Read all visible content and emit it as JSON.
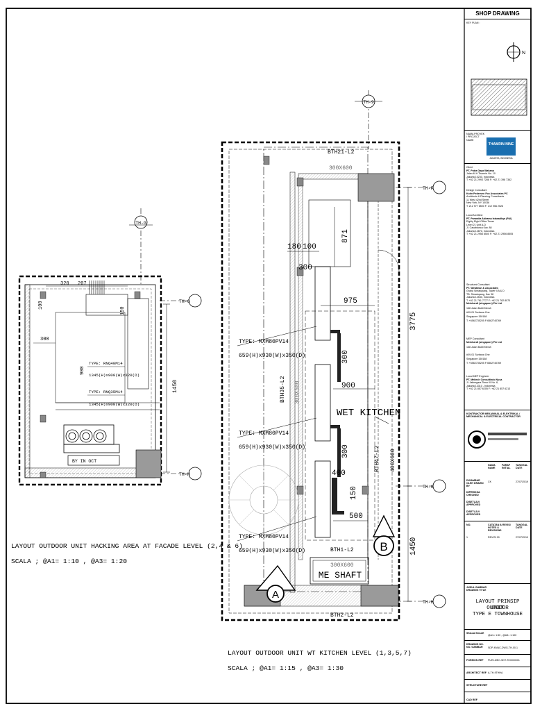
{
  "sheet": {
    "header": "SHOP DRAWING",
    "key_plan_label": "KEY PLAN :",
    "project_label": "NAMA PROYEK / PROJECT NAME",
    "logo_text": "THAMRIN NINE",
    "logo_sub": "JAKARTA, INDONESIA",
    "client": {
      "role": "Client",
      "name": "PT. Putra Gaya Wahana",
      "lines": [
        "Jalan M H Thamrin No. 10",
        "Jakarta 10230, Indonesia",
        "T: +62 21 2993 7288  F: +62 21 398 7362"
      ]
    },
    "design": {
      "role": "Design Consultant",
      "name": "Kohn Pedersen Fox Associates PC",
      "lines": [
        "Architects & Planning Consultants",
        "11 West 42nd Street",
        "New York, NY 10036",
        "T: 212 977 6500  F: 212 956 2526"
      ]
    },
    "local_arch": {
      "role": "Local Architect",
      "name": "PT. Paramita Abirama Istasadhya (PAI)",
      "lines": [
        "Eighty Eight Office Tower",
        "Level 21 Unit A-D",
        "Jl. Casablanca Kav. 88",
        "Jakarta 12870, Indonesia",
        "T: +62 21 2956 8500  F: +62 21 2956 8505"
      ]
    },
    "structural": {
      "role": "Structural Consultant",
      "name": "PT. Wiratman & Associates",
      "lines": [
        "Graha Simatupang, Tower II A & D",
        "TB. Simatupang, Kav 38",
        "Jakarta 12540, Indonesia",
        "T: +62 21 781 7777  F: +62 21 782 8070"
      ],
      "name2": "Meinhardt (singapore) Pte Ltd",
      "lines2": [
        "168 Jalan Bukit Merah",
        "#09-01 Surbana One",
        "Singapore 150168",
        "T: +6562735205  F:6562740769"
      ]
    },
    "mep": {
      "role": "MEP Consultant",
      "name": "Meinhardt (singapore) Pte Ltd",
      "lines": [
        "168 Jalan Bukit Merah",
        "#09-01 Surbana One",
        "Singapore 150168",
        "T: +6562735205  F:6562740769"
      ]
    },
    "local_mep": {
      "role": "Local MEP Engineer",
      "name": "PT. Meitech Consultindo Nusa",
      "lines": [
        "Jl. Jatinegara Timur III No. 8,",
        "Jakarta 13310 - Indonesia",
        "T: +62 21 857 6205  F: +62 21 857 6213"
      ]
    },
    "contractor_label": "KONTRAKTOR MEKANIKAL & ELEKTRIKAL / MECHANICAL & ELECTRICAL CONTRACTOR",
    "sign_cols": [
      "NAMA NAME",
      "PARAF INITIAL",
      "TANGGAL DATE"
    ],
    "sign_rows": [
      {
        "label": "DIGAMBAR OLEH DRAWN BY",
        "name": "CK",
        "date": "27/07/2019"
      },
      {
        "label": "DIPERIKSA CHECKED",
        "name": "",
        "date": ""
      },
      {
        "label": "DISETUJUI APPROVED",
        "name": "",
        "date": ""
      },
      {
        "label": "DISETUJUI APPROVED",
        "name": "",
        "date": ""
      }
    ],
    "rev_cols": [
      "NO.",
      "CATATAN & REVISI NOTES & REVISIONS",
      "TANGGAL DATE"
    ],
    "rev_rows": [
      {
        "no": "1",
        "note": "REVISI 00",
        "date": "27/07/2019"
      }
    ],
    "drawing_title_label": "JUDUL GAMBAR DRAWING TITLE",
    "drawing_title": [
      "LAYOUT PRINSIP OUTDOOR",
      "UNIT",
      "TYPE E TOWNHOUSE"
    ],
    "scale_label": "SKALA SCALE",
    "scale_value": "@A1= 1:50 , @A3= 1:100",
    "drawing_no_label": "DRAWING NO. NO. GAMBAR",
    "drawing_no": "SDP-MVAC-DWG-TH-00-1",
    "foreign_label": "FOREIGN REF",
    "foreign_value": "PURI-MEC-SDT-TH0000001",
    "arch_ref_label": "ARCHITECT REF",
    "arch_ref_value": "A-TH-9THHA",
    "struct_ref_label": "STRUCTURE REF",
    "struct_ref_value": "",
    "cad_label": "CAD REF",
    "cad_value": ""
  },
  "drawing_left": {
    "title": "LAYOUT OUTDOOR UNIT HACKING AREA AT FACADE LEVEL (2,4 & 6)",
    "scale": "SCALA ; @A1= 1:10 , @A3= 1:20",
    "grid_tags": [
      "TH-G",
      "TH-G",
      "TH-H"
    ],
    "dims": [
      "320",
      "207",
      "100",
      "150",
      "300",
      "900",
      "1450"
    ],
    "type_labels": [
      "TYPE: RNQ40M14",
      "TYPE: RNQ35M14"
    ],
    "type_sizes": [
      "1345(H)x900(W)x320(D)",
      "1345(H)x900(W)x320(D)"
    ],
    "unit_text": "BY IN OCT"
  },
  "drawing_right": {
    "title": "LAYOUT OUTDOOR UNIT WT KITCHEN LEVEL (1,3,5,7)",
    "scale": "SCALA ; @A1= 1:15 , @A3= 1:30",
    "grid_tags": [
      "TH-9",
      "TH-F",
      "TH-G",
      "TH-H"
    ],
    "beams": [
      "BTH21-L2",
      "300X600",
      "BTH35-L2",
      "300X500",
      "BTH47-L2",
      "400X600",
      "BTH1-L2",
      "300X600",
      "BTH2-L2"
    ],
    "dims": [
      "871",
      "180",
      "100",
      "300",
      "975",
      "3775",
      "300",
      "900",
      "300",
      "400",
      "150",
      "500",
      "1450"
    ],
    "types": [
      {
        "label": "TYPE: MXM80PV14",
        "size": "659(H)x930(W)x350(D)"
      },
      {
        "label": "TYPE: MXM80PV14",
        "size": "659(H)x930(W)x350(D)"
      },
      {
        "label": "TYPE: MXM80PV14",
        "size": "659(H)x930(W)x350(D)"
      }
    ],
    "room": "WET KITCHEN",
    "shaft": "ME SHAFT",
    "section_marks": [
      "A",
      "B"
    ]
  }
}
